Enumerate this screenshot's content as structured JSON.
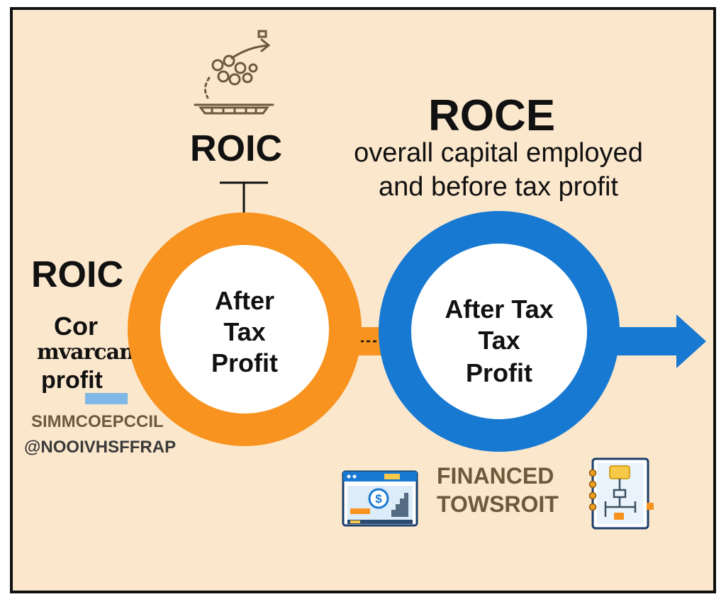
{
  "colors": {
    "background": "#fbe7cc",
    "roic_ring": "#f7931e",
    "roce_ring": "#1779d1",
    "text": "#111111",
    "label_brown": "#6e5a3a"
  },
  "top_icon": {
    "name": "growth-coins-icon"
  },
  "roic_top": {
    "title": "ROIC"
  },
  "roce": {
    "title": "ROCE",
    "subtitle_line1": "overall capital employed",
    "subtitle_line2": "and before tax profit"
  },
  "roic_left": {
    "title": "ROIC",
    "line1": "Cor",
    "line2": "mvarcan",
    "line3": "profit",
    "note1": "SIMMCOEPCCIL",
    "note2": "@NOOIVHSFFRAP"
  },
  "orange_circle": {
    "line1": "After",
    "line2": "Tax",
    "line3": "Profit"
  },
  "blue_circle": {
    "line1": "After Tax",
    "line2": "Tax",
    "line3": "Profit"
  },
  "bottom": {
    "label_line1": "FINANCED",
    "label_line2": "TOWSROIT",
    "left_icon": "dollar-chart-window-icon",
    "right_icon": "clipboard-flowchart-icon"
  }
}
